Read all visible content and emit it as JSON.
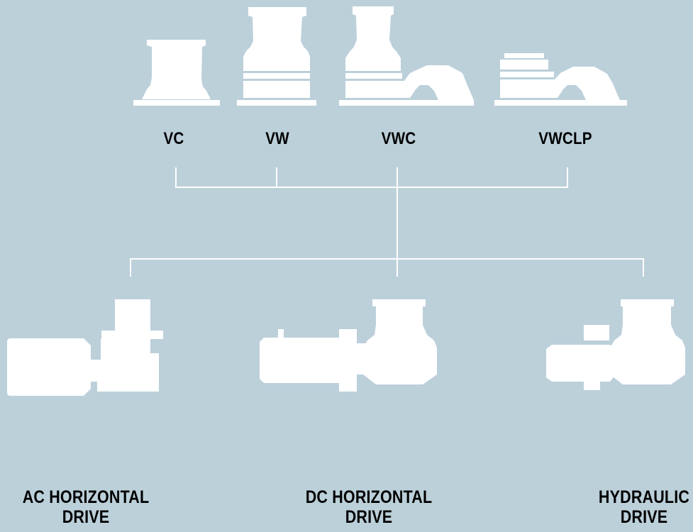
{
  "colors": {
    "background": "#bcd0da",
    "shapes": "#ffffff",
    "text": "#000000"
  },
  "top_models": [
    {
      "label": "VC",
      "icon": "vc-capstan-icon"
    },
    {
      "label": "VW",
      "icon": "vw-windlass-icon"
    },
    {
      "label": "VWC",
      "icon": "vwc-windlass-icon"
    },
    {
      "label": "VWCLP",
      "icon": "vwclp-windlass-icon"
    }
  ],
  "drives": [
    {
      "line1": "AC HORIZONTAL",
      "line2": "DRIVE",
      "icon": "ac-motor-icon"
    },
    {
      "line1": "DC HORIZONTAL",
      "line2": "DRIVE",
      "icon": "dc-motor-icon"
    },
    {
      "line1": "HYDRAULIC",
      "line2": "DRIVE",
      "icon": "hydraulic-motor-icon"
    }
  ]
}
